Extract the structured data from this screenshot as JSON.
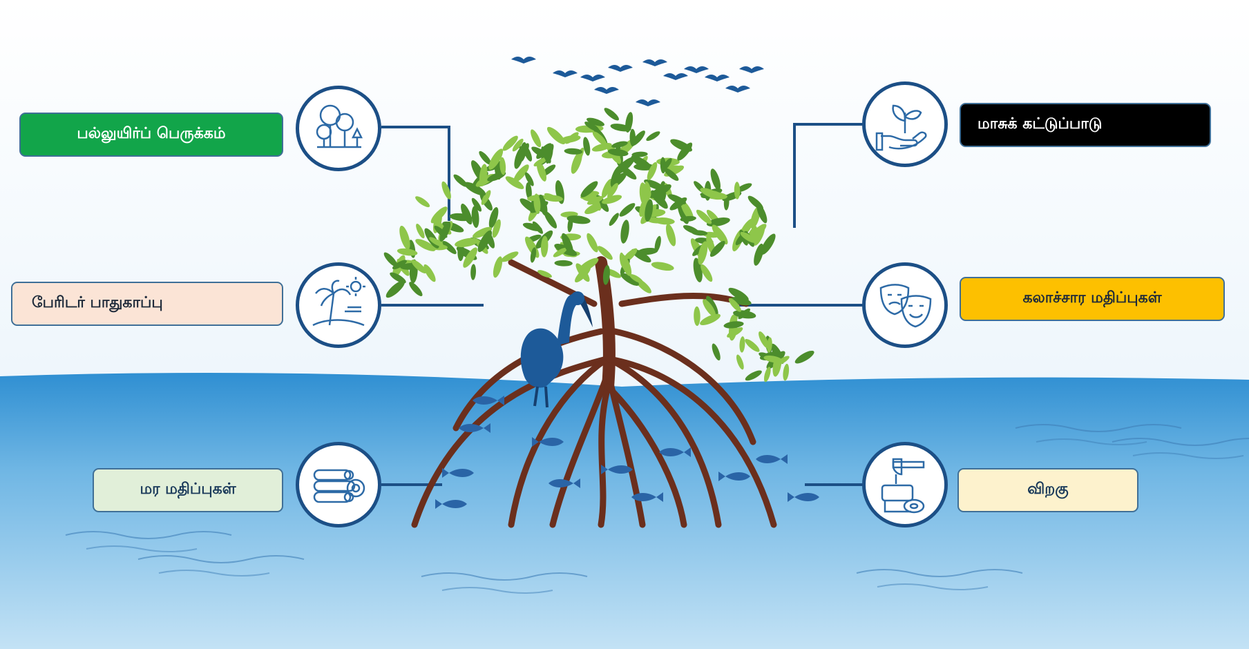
{
  "colors": {
    "sky_top": "#f7fbff",
    "water_top": "#2f8fd2",
    "water_bottom": "#c3e2f5",
    "frame": "#9dc4ea",
    "connector": "#1c4f86",
    "icon_stroke": "#2d6aa6",
    "trunk": "#6b2f1d",
    "leaf_dark": "#4c8d2c",
    "leaf_light": "#8ec64a",
    "heron": "#1d5a99",
    "fish": "#2a64a6"
  },
  "labels": {
    "biodiversity": {
      "text": "பல்லுயிர்ப் பெருக்கம்",
      "bg": "#12a54a",
      "fg": "#ffffff",
      "icon": "forest-icon"
    },
    "disaster": {
      "text": "பேரிடர் பாதுகாப்பு",
      "bg": "#fbe4d6",
      "fg": "#1e2a3a",
      "icon": "palm-island-icon"
    },
    "timber": {
      "text": "மர மதிப்புகள்",
      "bg": "#e1efd9",
      "fg": "#1a3a5a",
      "icon": "logs-icon"
    },
    "pollution": {
      "text": "மாசுக் கட்டுப்பாடு",
      "bg": "#000000",
      "fg": "#ffffff",
      "icon": "plant-hand-icon"
    },
    "culture": {
      "text": "கலாச்சார மதிப்புகள்",
      "bg": "#fdc000",
      "fg": "#1e2a3a",
      "icon": "theatre-masks-icon"
    },
    "firewood": {
      "text": "விறகு",
      "bg": "#fdf2cd",
      "fg": "#1a3a5a",
      "icon": "axe-log-icon"
    }
  }
}
